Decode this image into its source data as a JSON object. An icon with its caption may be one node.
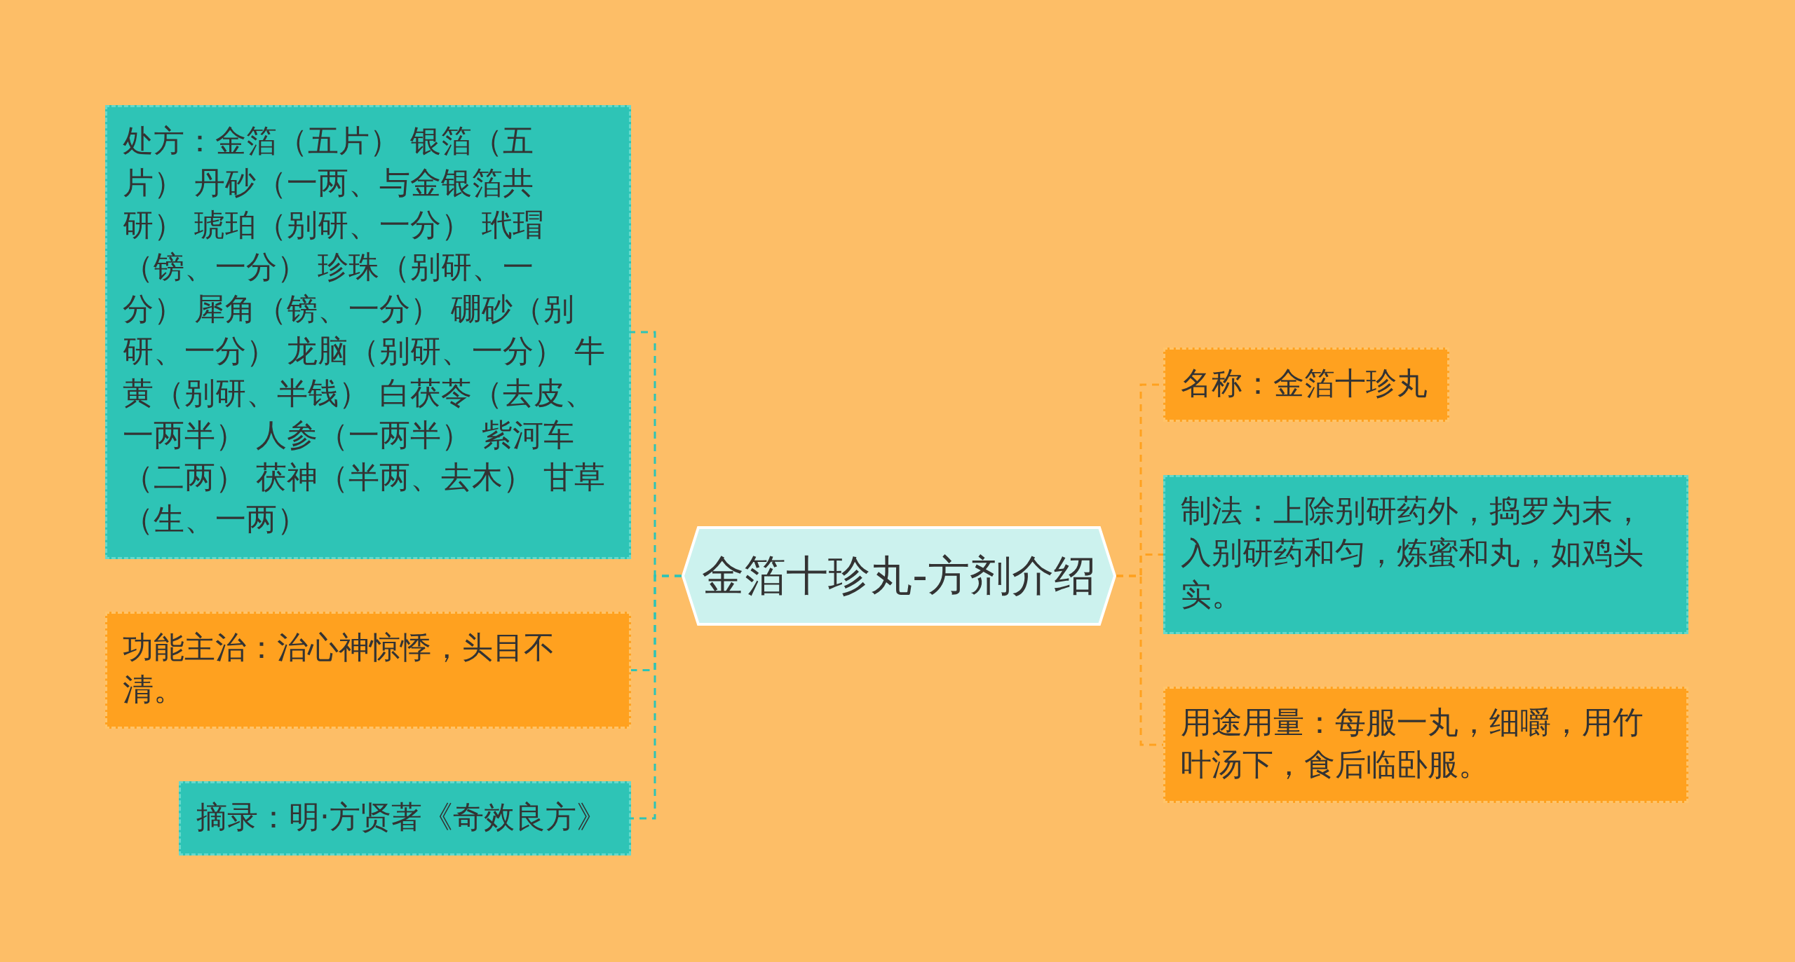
{
  "diagram": {
    "nodes": [
      {
        "text": [
          "金箔十珍丸-方剂介绍"
        ]
      },
      {
        "text": [
          "处方：金箔（五片） 银箔（五片） 丹砂（一两、与金银箔共研） 琥珀（别研、一分） 玳瑁（镑、一分） 珍珠（别研、一分） 犀角（镑、一分） 硼砂（别研、一分） 龙脑（别研、一分） 牛黄（别研、半钱） 白茯苓（去皮、一两半） 人参（一两半） 紫河车（二两） 茯神（半两、去木） 甘草（生、一两）"
        ]
      },
      {
        "text": [
          "功能主治：治心神惊悸，头目不清。"
        ]
      },
      {
        "text": [
          "摘录：明·方贤著《奇效良方》"
        ]
      },
      {
        "text": [
          "名称：金箔十珍丸"
        ]
      },
      {
        "text": [
          "制法：上除别研药外，捣罗为末，入别研药和匀，炼蜜和丸，如鸡头实。"
        ]
      },
      {
        "text": [
          "用途用量：每服一丸，细嚼，用竹叶汤下，食后临卧服。"
        ]
      }
    ],
    "edges": [
      {
        "from": 0,
        "to": 1,
        "arrow": "none",
        "style": "dashed",
        "color": "#2ec4b6"
      },
      {
        "from": 0,
        "to": 2,
        "arrow": "none",
        "style": "dashed",
        "color": "#2ec4b6"
      },
      {
        "from": 0,
        "to": 3,
        "arrow": "none",
        "style": "dashed",
        "color": "#2ec4b6"
      },
      {
        "from": 0,
        "to": 4,
        "arrow": "none",
        "style": "dashed",
        "color": "#ffa11f"
      },
      {
        "from": 0,
        "to": 5,
        "arrow": "none",
        "style": "dashed",
        "color": "#ffa11f"
      },
      {
        "from": 0,
        "to": 6,
        "arrow": "none",
        "style": "dashed",
        "color": "#ffa11f"
      }
    ]
  }
}
